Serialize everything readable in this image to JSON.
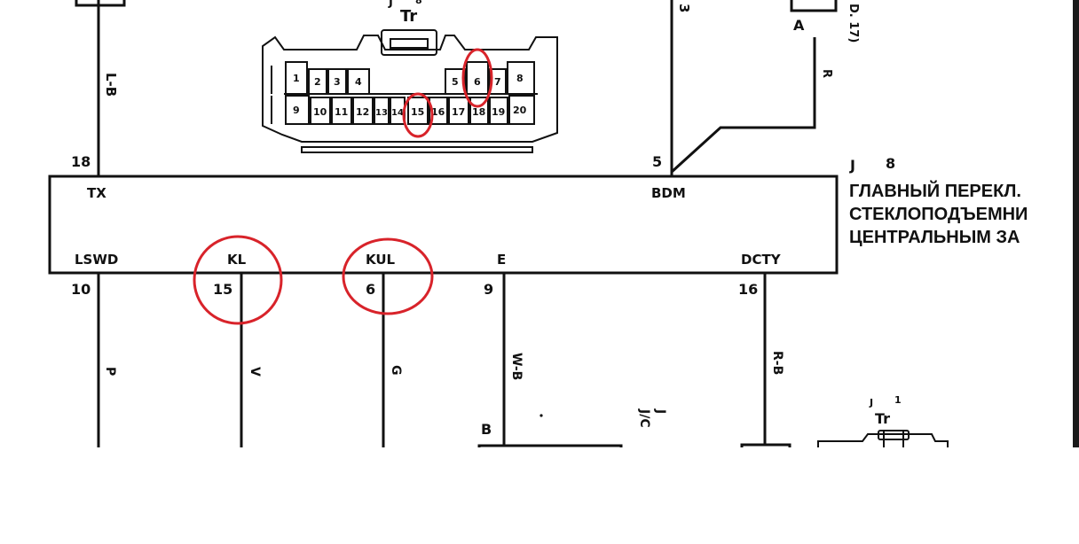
{
  "connector_top": {
    "ref_letter": "J",
    "ref_number": "8",
    "label": "Tr",
    "row1_pins": [
      "1",
      "2",
      "3",
      "4",
      "5",
      "6",
      "7",
      "8"
    ],
    "row2_pins": [
      "9",
      "10",
      "11",
      "12",
      "13",
      "14",
      "15",
      "16",
      "17",
      "18",
      "19",
      "20"
    ]
  },
  "module": {
    "ref_letter": "J",
    "ref_number": "8",
    "title_lines": [
      "ГЛАВНЫЙ ПЕРЕКЛ.",
      "СТЕКЛОПОДЪЕМНИ",
      "ЦЕНТРАЛЬНЫМ ЗА"
    ],
    "top_pins": [
      {
        "name": "TX",
        "number": "18",
        "wire_color": "L-B"
      },
      {
        "name": "BDM",
        "number": "5",
        "wire_color": "3"
      }
    ],
    "bottom_pins": [
      {
        "name": "LSWD",
        "number": "10",
        "wire_color": "P"
      },
      {
        "name": "KL",
        "number": "15",
        "wire_color": "V"
      },
      {
        "name": "KUL",
        "number": "6",
        "wire_color": "G"
      },
      {
        "name": "E",
        "number": "9",
        "wire_color": "W-B"
      },
      {
        "name": "DCTY",
        "number": "16",
        "wire_color": "R-B"
      }
    ]
  },
  "right_top": {
    "terminal": "A",
    "wire_color": "R",
    "edge_label": "D. 17)"
  },
  "lower": {
    "ground_terminal": "B",
    "jc_label": "J/C",
    "jc_letter": "J",
    "connector_ref_letter": "J",
    "connector_ref_number": "1",
    "connector_label": "Tr"
  },
  "highlights": {
    "color": "#d8232a",
    "marked_pins": [
      "15",
      "6"
    ]
  }
}
